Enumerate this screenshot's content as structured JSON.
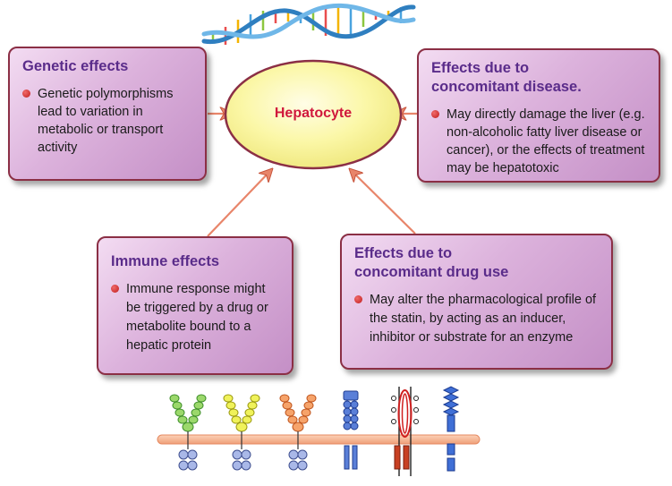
{
  "hepatocyte": {
    "label": "Hepatocyte"
  },
  "boxes": {
    "genetic": {
      "title": "Genetic effects",
      "text": "Genetic polymorphisms lead to variation in metabolic or transport activity"
    },
    "disease": {
      "title_line1": "Effects due to",
      "title_line2": "concomitant disease.",
      "text": "May directly damage the liver (e.g. non-alcoholic fatty liver disease or cancer), or the effects of treatment may be hepatotoxic"
    },
    "immune": {
      "title": "Immune effects",
      "text": "Immune response might be triggered by a drug or metabolite bound to a hepatic protein"
    },
    "drug": {
      "title_line1": "Effects due to",
      "title_line2": "concomitant drug use",
      "text": "May alter the pharmacological profile of the statin, by acting as an inducer, inhibitor or substrate for an enzyme"
    }
  },
  "colors": {
    "title": "#5a2c8a",
    "hepatocyte_text": "#d0183c",
    "border": "#8b2f45",
    "arrow": "#e8856a",
    "membrane": "#f6b38f"
  },
  "icons": [
    "dna-helix-icon",
    "membrane-receptors-icon"
  ]
}
